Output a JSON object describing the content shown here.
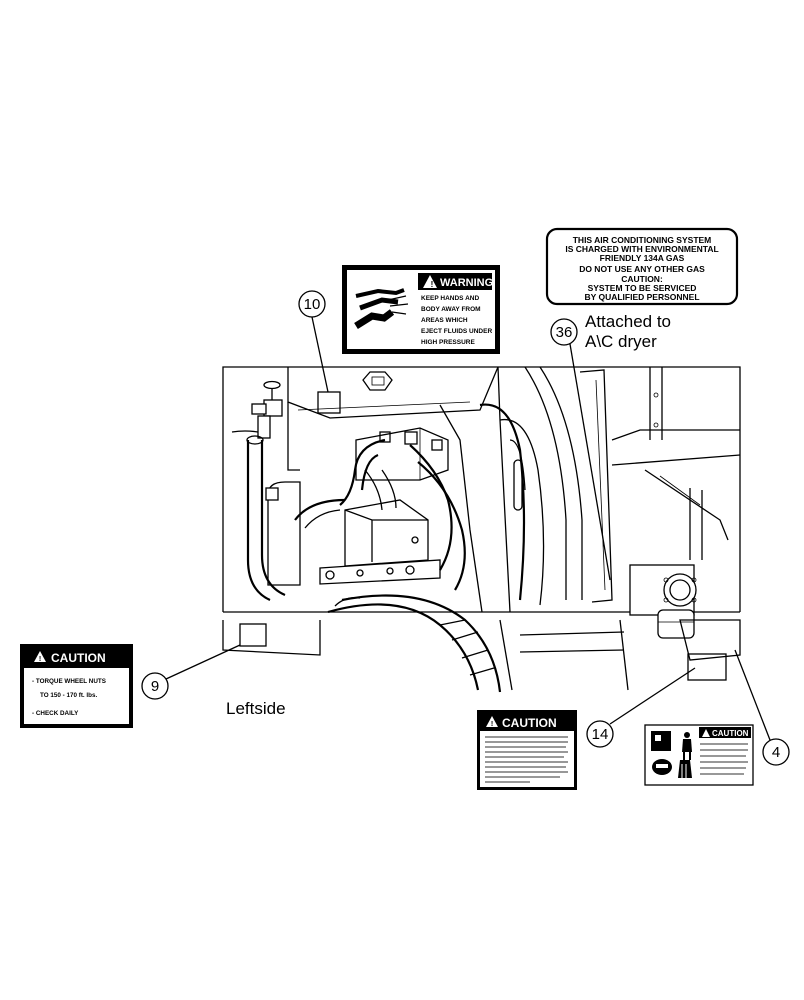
{
  "callouts": {
    "c10": "10",
    "c36": "36",
    "c9": "9",
    "c14": "14",
    "c4": "4"
  },
  "labels": {
    "attached_line1": "Attached to",
    "attached_line2": "A\\C dryer",
    "leftside": "Leftside"
  },
  "ac_decal": {
    "line1": "THIS AIR CONDITIONING SYSTEM",
    "line2": "IS CHARGED WITH ENVIRONMENTAL",
    "line3": "FRIENDLY 134A GAS",
    "line4": "DO NOT USE ANY OTHER GAS",
    "line5": "CAUTION:",
    "line6": "SYSTEM TO BE SERVICED",
    "line7": "BY QUALIFIED PERSONNEL"
  },
  "warning_decal": {
    "header": "WARNING",
    "line1": "KEEP HANDS AND",
    "line2": "BODY AWAY FROM",
    "line3": "AREAS WHICH",
    "line4": "EJECT FLUIDS UNDER",
    "line5": "HIGH PRESSURE"
  },
  "torque_decal": {
    "header": "CAUTION",
    "line1": "- TORQUE WHEEL NUTS",
    "line2": "TO 150 - 170 ft. lbs.",
    "line3": "- CHECK DAILY"
  },
  "caution_decal_14": {
    "header": "CAUTION"
  },
  "caution_decal_4": {
    "header": "CAUTION"
  }
}
